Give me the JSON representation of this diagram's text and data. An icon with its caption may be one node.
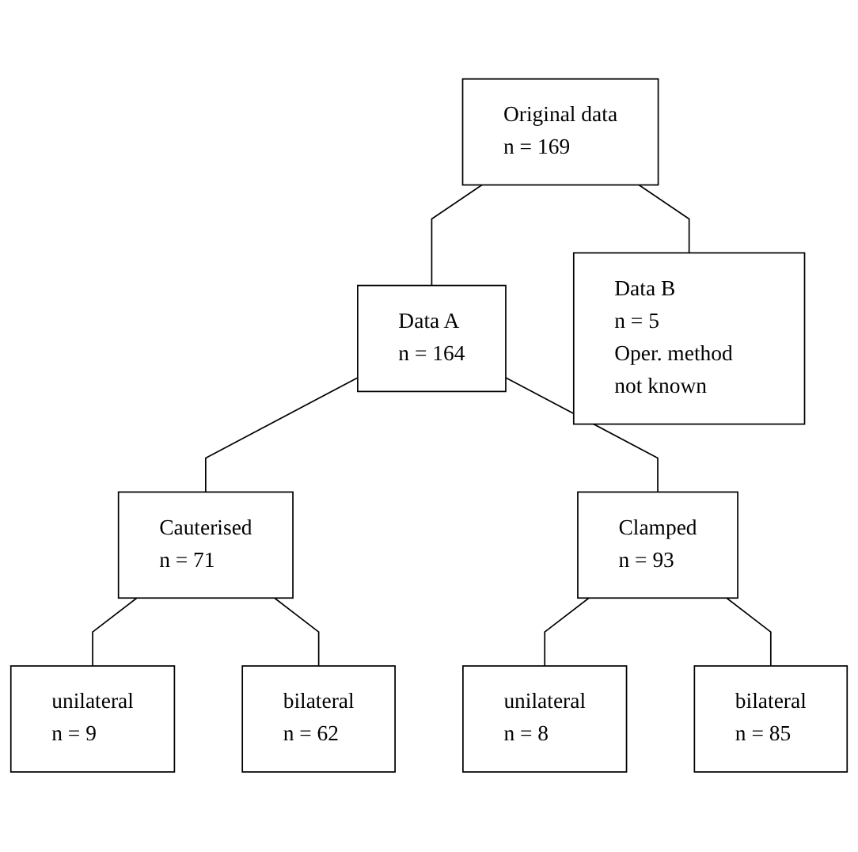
{
  "diagram": {
    "nodes": [
      {
        "text": [
          "Original data",
          "n = 169"
        ]
      },
      {
        "text": [
          "Data A",
          "n = 164"
        ]
      },
      {
        "text": [
          "Data B",
          "n = 5",
          "Oper. method not known"
        ]
      },
      {
        "text": [
          "Cauterised",
          "n = 71"
        ]
      },
      {
        "text": [
          "Clamped",
          "n = 93"
        ]
      },
      {
        "text": [
          "unilateral",
          "n = 9"
        ]
      },
      {
        "text": [
          "bilateral",
          "n = 62"
        ]
      },
      {
        "text": [
          "unilateral",
          "n = 8"
        ]
      },
      {
        "text": [
          "bilateral",
          "n = 85"
        ]
      }
    ],
    "edges": [
      {
        "from": 0,
        "to": 1,
        "arrow": "none"
      },
      {
        "from": 0,
        "to": 2,
        "arrow": "none"
      },
      {
        "from": 1,
        "to": 3,
        "arrow": "none"
      },
      {
        "from": 1,
        "to": 4,
        "arrow": "none"
      },
      {
        "from": 3,
        "to": 5,
        "arrow": "none"
      },
      {
        "from": 3,
        "to": 6,
        "arrow": "none"
      },
      {
        "from": 4,
        "to": 7,
        "arrow": "none"
      },
      {
        "from": 4,
        "to": 8,
        "arrow": "none"
      }
    ]
  }
}
